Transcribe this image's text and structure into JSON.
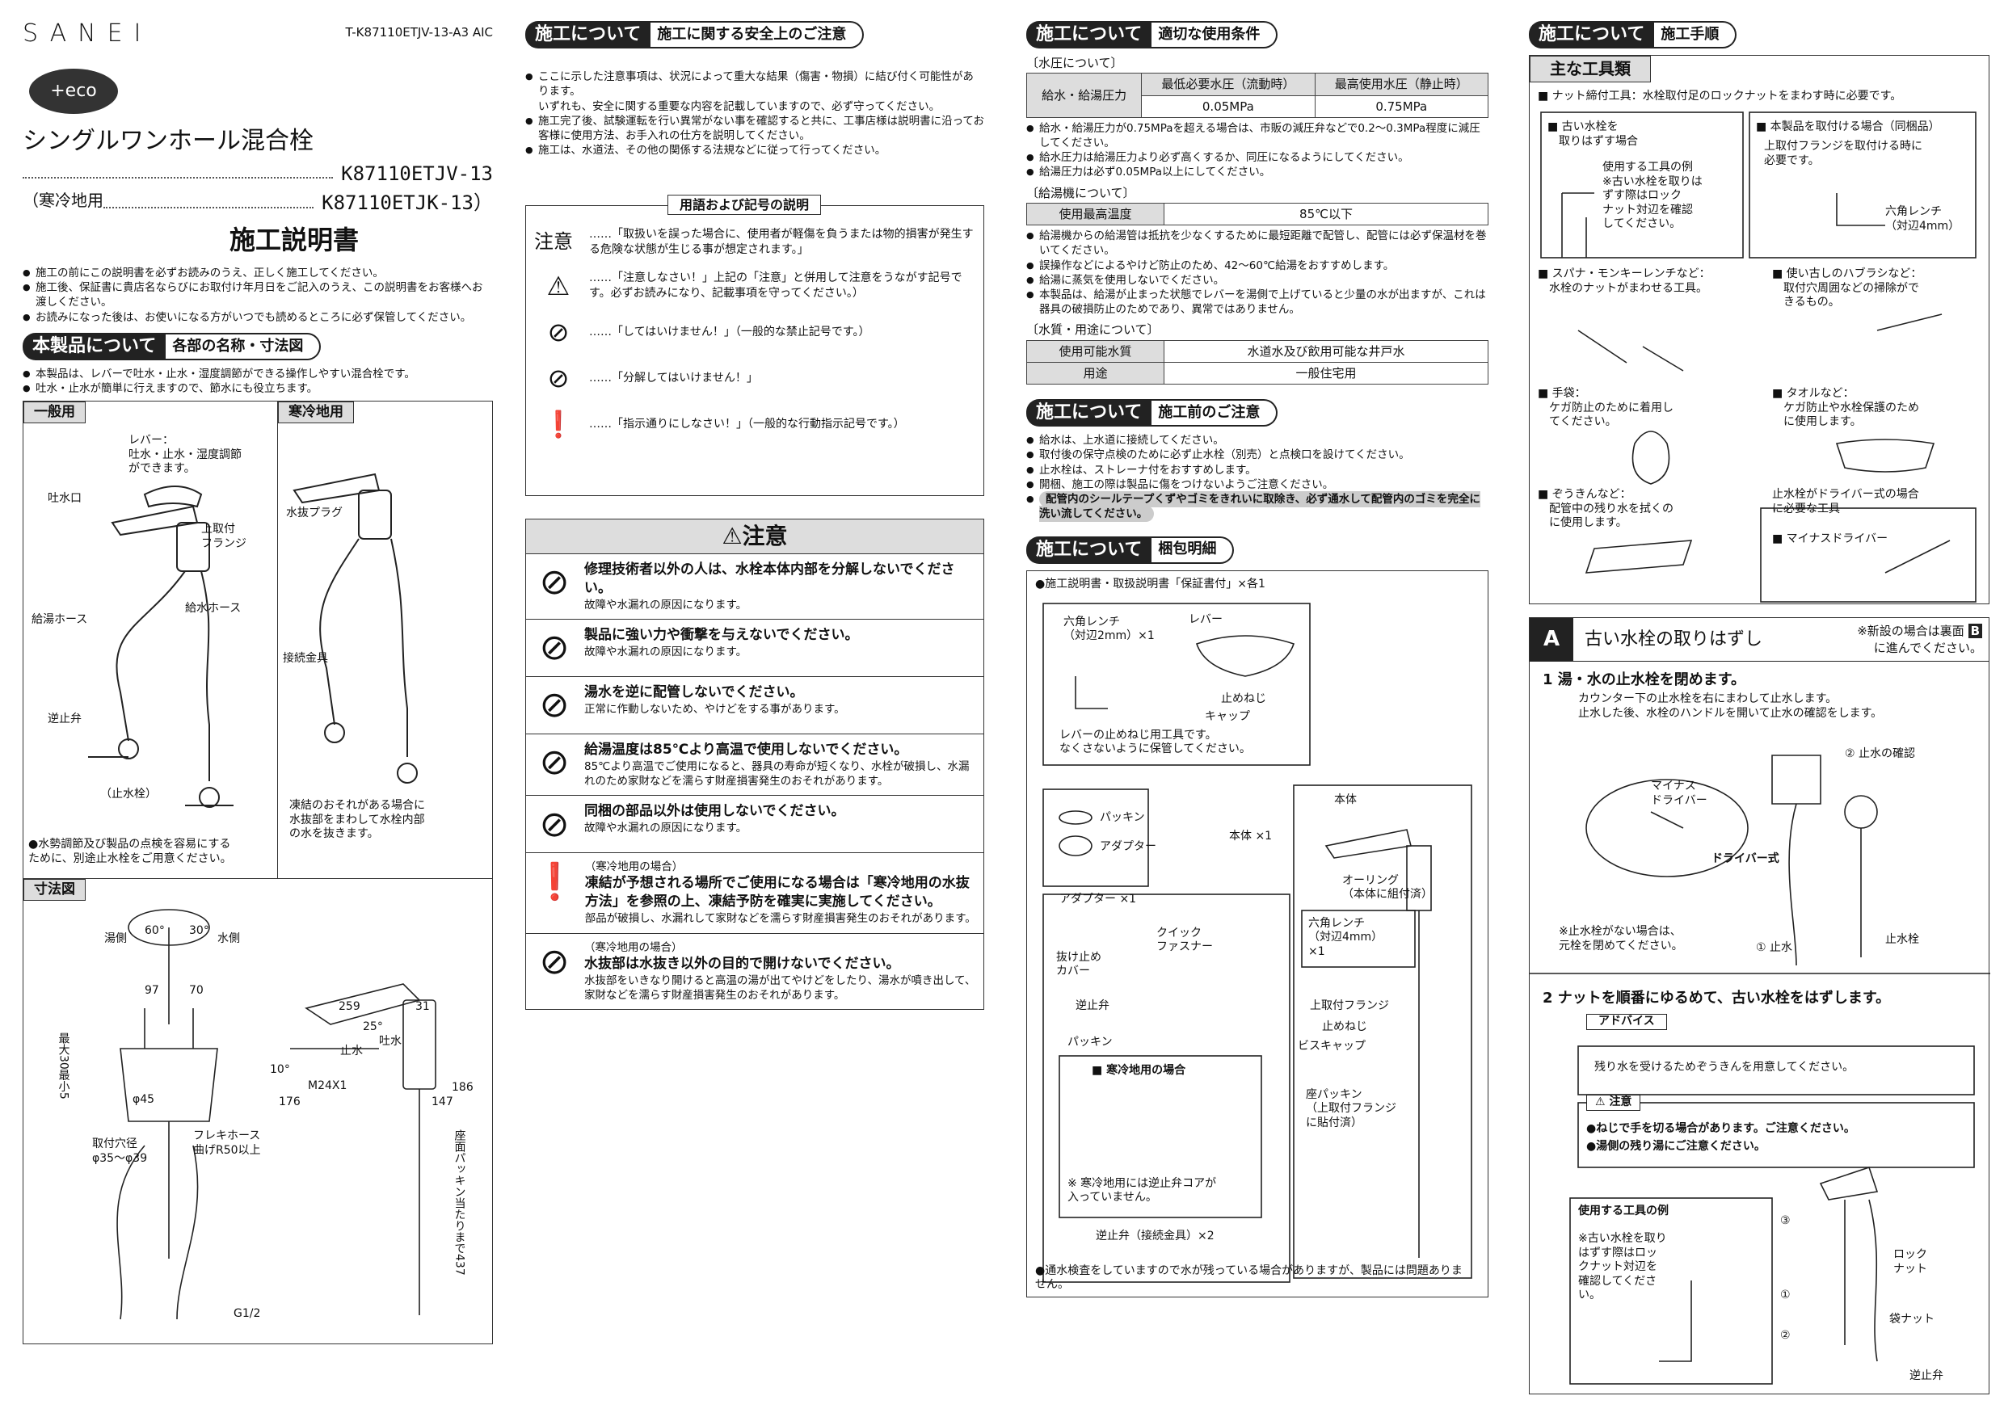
{
  "header": {
    "brand": "SANEI",
    "doc_id": "T-K87110ETJV-13-A3  AIC",
    "eco": "+eco",
    "product": "シングルワンホール混合栓",
    "model1": "K87110ETJV-13",
    "model2_prefix": "（寒冷地用",
    "model2": "K87110ETJK-13）",
    "manual": "施工説明書"
  },
  "intro": [
    "施工の前にこの説明書を必ずお読みのうえ、正しく施工してください。",
    "施工後、保証書に貴店名ならびにお取付け年月日をご記入のうえ、この説明書をお客様へお渡しください。",
    "お読みになった後は、お使いになる方がいつでも読めるところに必ず保管してください。"
  ],
  "sec_product": {
    "dark": "本製品について",
    "light": "各部の名称・寸法図",
    "notes": [
      "本製品は、レバーで吐水・止水・湿度調節ができる操作しやすい混合栓です。",
      "吐水・止水が簡単に行えますので、節水にも役立ちます。"
    ],
    "general": "一般用",
    "cold": "寒冷地用",
    "dim": "寸法図",
    "g_labels": {
      "lever": "レバー：\n吐水・止水・湿度調節\nができます。",
      "spout": "吐水口",
      "flange": "上取付\nフランジ",
      "hot": "給湯ホース",
      "water": "給水ホース",
      "check": "逆止弁",
      "stop": "（止水栓）"
    },
    "c_labels": {
      "plug": "水抜プラグ",
      "joint": "接続金具",
      "note": "凍結のおそれがある場合に\n水抜部をまわして水栓内部\nの水を抜きます。"
    },
    "g_note": "●水勢調節及び製品の点検を容易にする\nために、別途止水栓をご用意ください。",
    "dims": {
      "d60": "60°",
      "d30": "30°",
      "hot": "湯側",
      "water": "水側",
      "d97": "97",
      "d70": "70",
      "d259": "259",
      "d31": "31",
      "d25": "25°",
      "spout": "吐水",
      "stop": "止水",
      "d10": "10°",
      "m24": "M24X1",
      "d176": "176",
      "d147": "147",
      "d186": "186",
      "max": "最大30最小5",
      "d45": "φ45",
      "hole": "取付穴径\nφ35～φ39",
      "flex": "フレキホース\n曲げR50以上",
      "pack": "座面パッキン当たりまで437",
      "g12": "G1/2"
    }
  },
  "sec_safety": {
    "dark": "施工について",
    "light": "施工に関する安全上のご注意",
    "notes": [
      "ここに示した注意事項は、状況によって重大な結果（傷害・物損）に結び付く可能性があります。\nいずれも、安全に関する重要な内容を記載していますので、必ず守ってください。",
      "施工完了後、試験運転を行い異常がない事を確認すると共に、工事店様は説明書に沿ってお客様に使用方法、お手入れの仕方を説明してください。",
      "施工は、水道法、その他の関係する法規などに従って行ってください。"
    ]
  },
  "terms": {
    "title": "用語および記号の説明",
    "caution_word": "注意",
    "caution_text": "……「取扱いを誤った場合に、使用者が軽傷を負うまたは物的損害が発生する危険な状態が生じる事が想定されます。」",
    "tri_text": "……「注意しなさい！」上記の「注意」と併用して注意をうながす記号です。必ずお読みになり、記載事項を守ってください。）",
    "no_text": "……「してはいけません！」（一般的な禁止記号です。）",
    "dis_text": "……「分解してはいけません！」",
    "must_text": "……「指示通りにしなさい！」（一般的な行動指示記号です。）"
  },
  "caution": {
    "title": "注意",
    "items": [
      {
        "icon": "disassemble",
        "b": "修理技術者以外の人は、水栓本体内部を分解しないでください。",
        "d": "故障や水漏れの原因になります。",
        "pre": ""
      },
      {
        "icon": "no",
        "b": "製品に強い力や衝撃を与えないでください。",
        "d": "故障や水漏れの原因になります。",
        "pre": ""
      },
      {
        "icon": "no",
        "b": "湯水を逆に配管しないでください。",
        "d": "正常に作動しないため、やけどをする事があります。",
        "pre": ""
      },
      {
        "icon": "no",
        "b": "給湯温度は85℃より高温で使用しないでください。",
        "d": "85℃より高温でご使用になると、器具の寿命が短くなり、水栓が破損し、水漏れのため家財などを濡らす財産損害発生のおそれがあります。",
        "pre": ""
      },
      {
        "icon": "no",
        "b": "同梱の部品以外は使用しないでください。",
        "d": "故障や水漏れの原因になります。",
        "pre": ""
      },
      {
        "icon": "must",
        "b": "凍結が予想される場所でご使用になる場合は「寒冷地用の水抜方法」を参照の上、凍結予防を確実に実施してください。",
        "d": "部品が破損し、水漏れして家財などを濡らす財産損害発生のおそれがあります。",
        "pre": "（寒冷地用の場合）"
      },
      {
        "icon": "no",
        "b": "水抜部は水抜き以外の目的で開けないでください。",
        "d": "水抜部をいきなり開けると高温の湯が出てやけどをしたり、湯水が噴き出して、家財などを濡らす財産損害発生のおそれがあります。",
        "pre": "（寒冷地用の場合）"
      }
    ]
  },
  "sec_cond": {
    "dark": "施工について",
    "light": "適切な使用条件",
    "pressure": "〔水圧について〕",
    "p_h1": "最低必要水圧（流動時）",
    "p_h2": "最高使用水圧（静止時）",
    "p_row": "給水・給湯圧力",
    "p_v1": "0.05MPa",
    "p_v2": "0.75MPa",
    "p_notes": [
      "給水・給湯圧力が0.75MPaを超える場合は、市販の減圧弁などで0.2～0.3MPa程度に減圧してください。",
      "給水圧力は給湯圧力より必ず高くするか、同圧になるようにしてください。",
      "給湯圧力は必ず0.05MPa以上にしてください。"
    ],
    "heater": "〔給湯機について〕",
    "h_row": "使用最高温度",
    "h_val": "85℃以下",
    "h_notes": [
      "給湯機からの給湯管は抵抗を少なくするために最短距離で配管し、配管には必ず保温材を巻いてください。",
      "誤操作などによるやけど防止のため、42～60℃給湯をおすすめします。",
      "給湯に蒸気を使用しないでください。",
      "本製品は、給湯が止まった状態でレバーを湯側で上げていると少量の水が出ますが、これは器具の破損防止のためであり、異常ではありません。"
    ],
    "quality": "〔水質・用途について〕",
    "q_r1": "使用可能水質",
    "q_v1": "水道水及び飲用可能な井戸水",
    "q_r2": "用途",
    "q_v2": "一般住宅用"
  },
  "sec_before": {
    "dark": "施工について",
    "light": "施工前のご注意",
    "notes": [
      "給水は、上水道に接続してください。",
      "取付後の保守点検のために必ず止水栓（別売）と点検口を設けてください。",
      "止水栓は、ストレーナ付をおすすめします。",
      "開梱、施工の際は製品に傷をつけないようご注意ください。"
    ],
    "hl": "配管内のシールテープくずやゴミをきれいに取除き、必ず通水して配管内のゴミを完全に洗い流してください。"
  },
  "sec_pack": {
    "dark": "施工について",
    "light": "梱包明細",
    "top": "●施工説明書・取扱説明書「保証書付」×各1",
    "labels": {
      "wrench2": "六角レンチ\n（対辺2mm）×1",
      "lever": "レバー",
      "screw": "止めねじ",
      "cap": "キャップ",
      "lever_note": "レバーの止めねじ用工具です。\nなくさないように保管してください。",
      "packing": "パッキン",
      "adapter": "アダプター",
      "adapter_x": "アダプター ×1",
      "body": "本体",
      "body_x": "本体 ×1",
      "oring": "オーリング\n（本体に組付済）",
      "wrench4": "六角レンチ\n（対辺4mm）\n×1",
      "cover": "抜け止め\nカバー",
      "quick": "クイック\nファスナー",
      "check": "逆止弁",
      "packing2": "パッキン",
      "cold": "■ 寒冷地用の場合",
      "cold_note": "※ 寒冷地用には逆止弁コアが\n入っていません。",
      "flange": "上取付フランジ",
      "screw2": "止めねじ",
      "biscap": "ビスキャップ",
      "seat": "座パッキン\n（上取付フランジ\nに貼付済）",
      "check_x": "逆止弁（接続金具）×2"
    },
    "note": "●通水検査をしていますので水が残っている場合がありますが、製品には問題ありません。"
  },
  "sec_proc": {
    "dark": "施工について",
    "light": "施工手順"
  },
  "tools": {
    "title": "主な工具類",
    "nut": "■ ナット締付工具：水栓取付足のロックナットをまわす時に必要です。",
    "old_t": "■ 古い水栓を\n　取りはずす場合",
    "old_d": "使用する工具の例\n※古い水栓を取りは\nずす際はロック\nナット対辺を確認\nしてください。",
    "new_t": "■ 本製品を取付ける場合（同梱品）",
    "new_d": "上取付フランジを取付ける時に\n必要です。",
    "hex": "六角レンチ\n（対辺4mm）",
    "spanner": "■ スパナ・モンキーレンチなど：\n　水栓のナットがまわせる工具。",
    "brush": "■ 使い古しのハブラシなど：\n　取付穴周囲などの掃除がで\n　きるもの。",
    "glove": "■ 手袋：\n　ケガ防止のために着用し\n　てください。",
    "towel": "■ タオルなど：\n　ケガ防止や水栓保護のため\n　に使用します。",
    "rag": "■ ぞうきんなど：\n　配管中の残り水を拭くの\n　に使用します。",
    "driver_t": "止水栓がドライバー式の場合\nに必要な工具",
    "driver": "■ マイナスドライバー"
  },
  "stepA": {
    "letter": "A",
    "title": "古い水栓の取りはずし",
    "note": "※新設の場合は裏面",
    "noteB": "B",
    "note2": "に進んでください。",
    "s1": "1  湯・水の止水栓を閉めます。",
    "s1d": "カウンター下の止水栓を右にまわして止水します。\n止水した後、水栓のハンドルを開いて止水の確認をします。",
    "s1_labels": {
      "check": "② 止水の確認",
      "minus": "マイナス\nドライバー",
      "driver": "ドライバー式",
      "stop": "① 止水",
      "valve": "止水栓",
      "note": "※止水栓がない場合は、\n元栓を閉めてください。"
    },
    "s2": "2  ナットを順番にゆるめて、古い水栓をはずします。",
    "advice": "アドバイス",
    "advice_d": "残り水を受けるためぞうきんを用意してください。",
    "caution": "注意",
    "caution_items": [
      "●ねじで手を切る場合があります。ご注意ください。",
      "●湯側の残り湯にご注意ください。"
    ],
    "tool_t": "使用する工具の例",
    "tool_d": "※古い水栓を取り\nはずす際はロッ\nクナット対辺を\n確認してくださ\nい。",
    "lock": "ロック\nナット",
    "bag": "袋ナット",
    "check": "逆止弁",
    "n1": "①",
    "n2": "②",
    "n3": "③"
  }
}
